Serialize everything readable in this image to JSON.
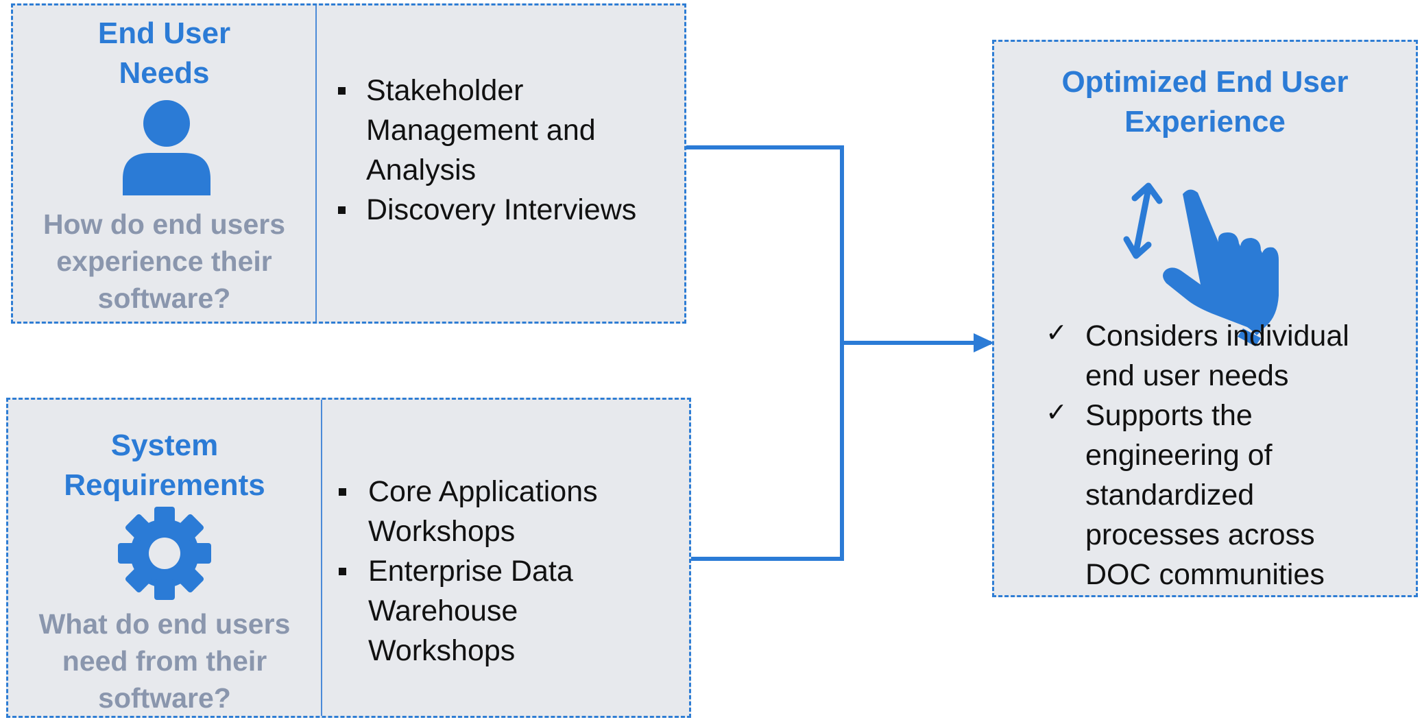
{
  "end_user_needs": {
    "title": "End User Needs",
    "question": "How do end users experience their software?",
    "icon": "person-icon",
    "bullets": [
      "Stakeholder Management and Analysis",
      "Discovery Interviews"
    ]
  },
  "system_requirements": {
    "title": "System Requirements",
    "question": "What do end users need from their software?",
    "icon": "gear-icon",
    "bullets": [
      "Core Applications Workshops",
      "Enterprise Data Warehouse Workshops"
    ]
  },
  "optimized_experience": {
    "title": "Optimized End User Experience",
    "icon": "touch-scroll-icon",
    "checks": [
      "Considers individual end user needs",
      "Supports the engineering of standardized processes across DOC communities"
    ]
  },
  "colors": {
    "accent": "#2b7bd6",
    "box_fill": "#e7e9ed",
    "question_text": "#8a96ad"
  }
}
